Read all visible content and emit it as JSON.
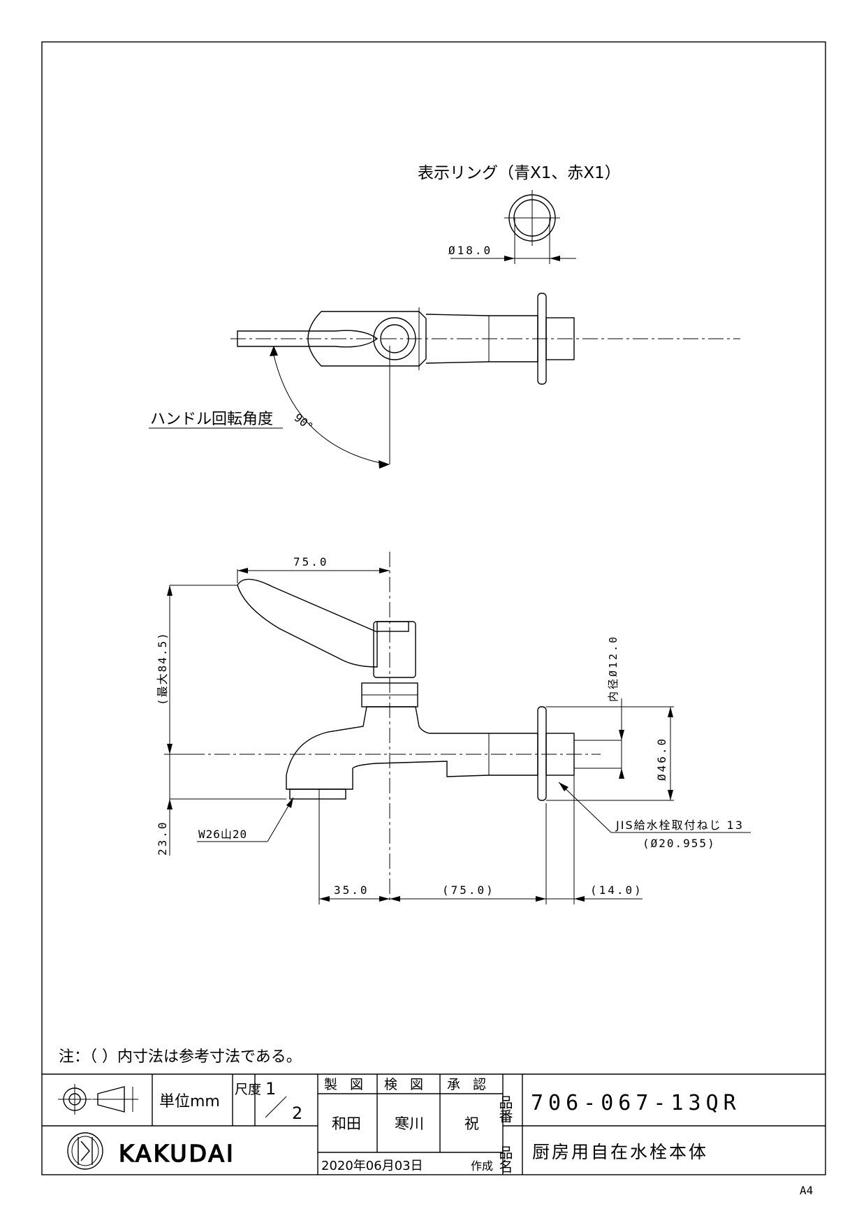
{
  "ring_view": {
    "title": "表示リング（青X1、赤X1）",
    "diameter": "Ø18.0"
  },
  "top_view": {
    "handle_rotation_label": "ハンドル回転角度",
    "angle": "90°"
  },
  "front_view": {
    "dim_handle_length": "75.0",
    "dim_max_height": "(最大84.5)",
    "dim_spout_drop": "23.0",
    "dim_inner_diameter": "内径Ø12.0",
    "dim_flange_diameter": "Ø46.0",
    "thread_spout": "W26山20",
    "thread_supply": "JIS給水栓取付ねじ 13",
    "thread_supply_diameter": "(Ø20.955)",
    "dim_spout_offset": "35.0",
    "dim_body_length": "(75.0)",
    "dim_thread_length": "(14.0)"
  },
  "note": "注：（ ）内寸法は参考寸法である。",
  "title_block": {
    "unit_label": "単位mm",
    "scale_label": "尺度",
    "scale_num": "1",
    "scale_den": "2",
    "drawn_label": "製 図",
    "checked_label": "検 図",
    "approved_label": "承 認",
    "drawn_by": "和田",
    "checked_by": "寒川",
    "approved_by": "祝",
    "part_no_label": "品番",
    "part_no": "706-067-13QR",
    "name_label": "品名",
    "product_name": "厨房用自在水栓本体",
    "date": "2020年06月03日",
    "created_label": "作成",
    "brand": "KAKUDAI"
  },
  "paper_size": "A4"
}
